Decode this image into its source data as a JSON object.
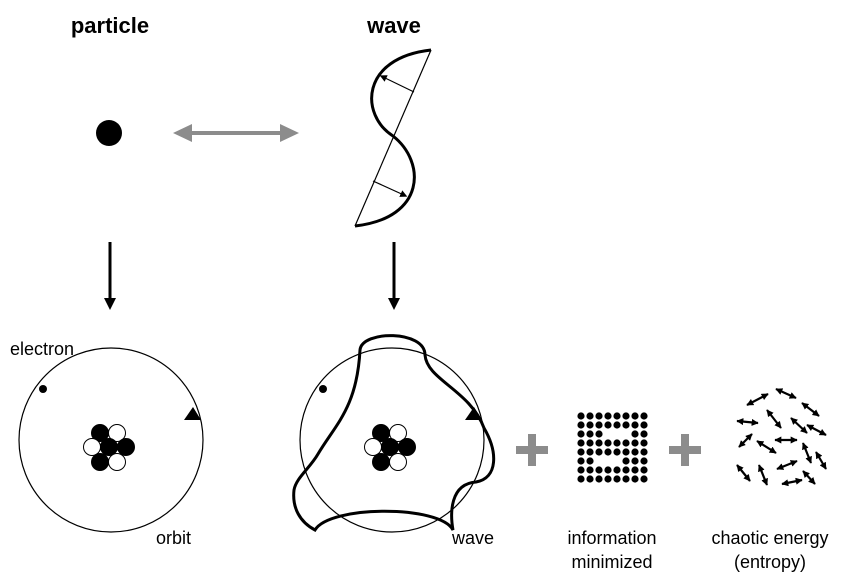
{
  "titles": {
    "particle": "particle",
    "wave": "wave"
  },
  "labels": {
    "electron": "electron",
    "orbit": "orbit",
    "wave": "wave",
    "information_line1": "information",
    "information_line2": "minimized",
    "chaotic_line1": "chaotic energy",
    "chaotic_line2": "(entropy)"
  },
  "colors": {
    "ink": "#000000",
    "gray": "#8c8c8c"
  }
}
